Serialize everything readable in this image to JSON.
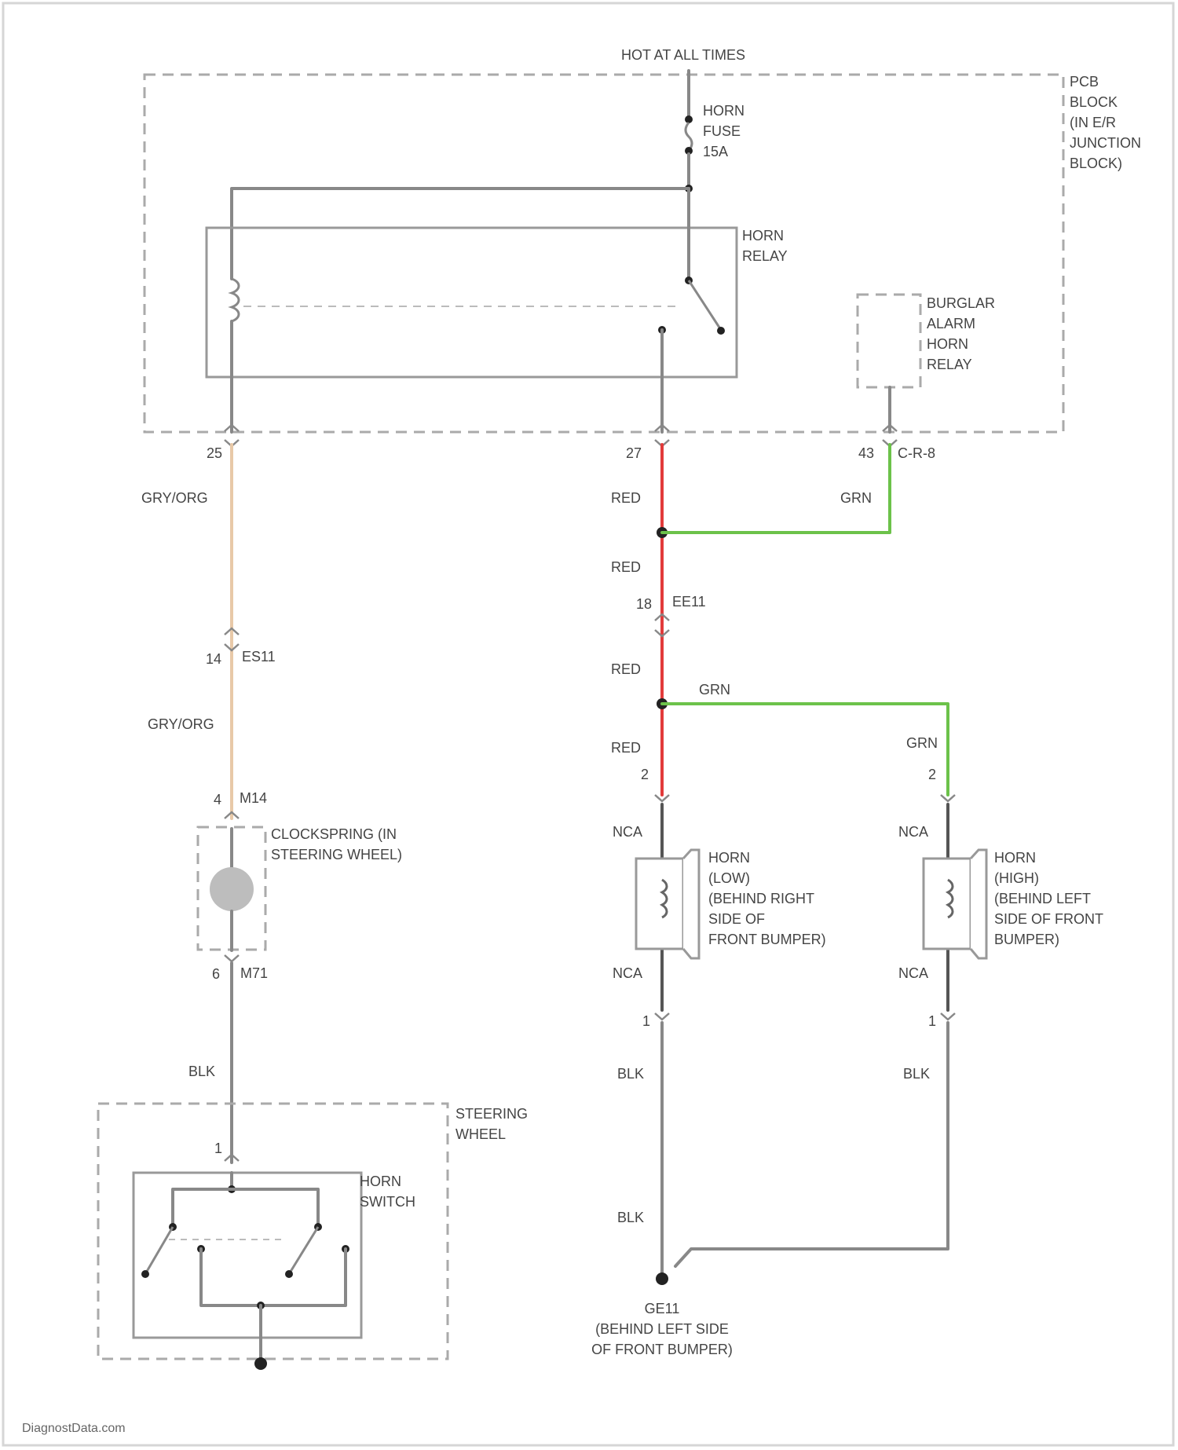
{
  "diagram": {
    "top_label": "HOT AT ALL TIMES",
    "pcb_block": [
      "PCB",
      "BLOCK",
      "(IN E/R",
      "JUNCTION",
      "BLOCK)"
    ],
    "horn_fuse": [
      "HORN",
      "FUSE",
      "15A"
    ],
    "horn_relay": [
      "HORN",
      "RELAY"
    ],
    "burglar_relay": [
      "BURGLAR",
      "ALARM",
      "HORN",
      "RELAY"
    ],
    "pins": {
      "p25": "25",
      "p27": "27",
      "p43": "43",
      "conn_43": "C-R-8",
      "p14": "14",
      "conn_14": "ES11",
      "p18": "18",
      "conn_18": "EE11",
      "p4": "4",
      "conn_4": "M14",
      "p6": "6",
      "conn_6": "M71",
      "p1_sw": "1",
      "p2_low": "2",
      "p2_high": "2",
      "p1_low": "1",
      "p1_high": "1"
    },
    "wires": {
      "gry_org_1": "GRY/ORG",
      "gry_org_2": "GRY/ORG",
      "red_1": "RED",
      "red_2": "RED",
      "red_3": "RED",
      "red_4": "RED",
      "grn_1": "GRN",
      "grn_2": "GRN",
      "grn_3": "GRN",
      "nca_1": "NCA",
      "nca_2": "NCA",
      "nca_3": "NCA",
      "nca_4": "NCA",
      "blk_1": "BLK",
      "blk_2": "BLK",
      "blk_3": "BLK",
      "blk_4": "BLK"
    },
    "clockspring": [
      "CLOCKSPRING (IN",
      "STEERING WHEEL)"
    ],
    "horn_low": [
      "HORN",
      "(LOW)",
      "(BEHIND RIGHT",
      "SIDE OF",
      "FRONT BUMPER)"
    ],
    "horn_high": [
      "HORN",
      "(HIGH)",
      "(BEHIND LEFT",
      "SIDE OF FRONT",
      "BUMPER)"
    ],
    "steering_wheel": [
      "STEERING",
      "WHEEL"
    ],
    "horn_switch": [
      "HORN",
      "SWITCH"
    ],
    "ground": [
      "GE11",
      "(BEHIND LEFT SIDE",
      "OF FRONT BUMPER)"
    ],
    "watermark": "DiagnostData.com",
    "colors": {
      "red": "#e23b3b",
      "green": "#6cc24a",
      "tan": "#e8c9a8",
      "gray": "#8a8a8a"
    }
  }
}
